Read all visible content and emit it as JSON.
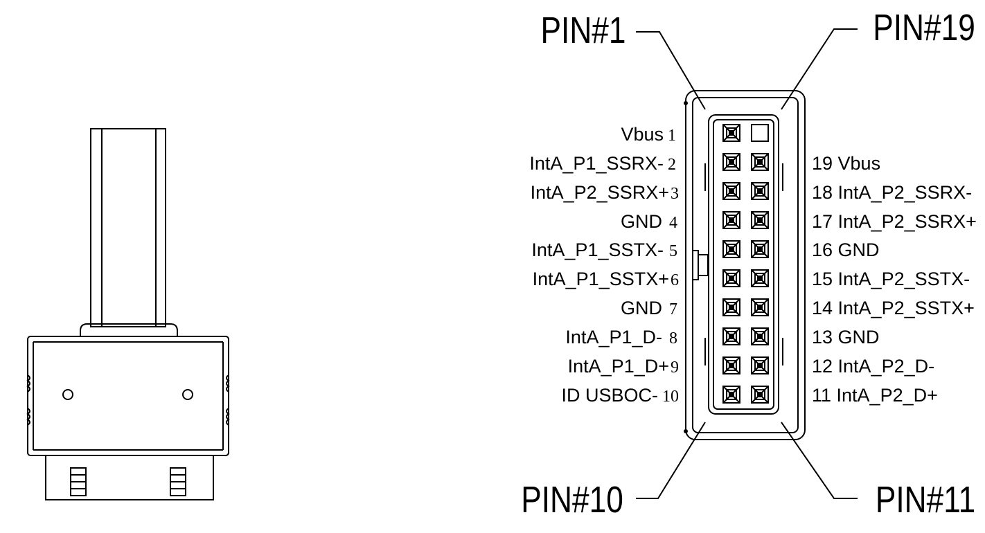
{
  "callouts": {
    "pin1": "PIN#1",
    "pin19": "PIN#19",
    "pin10": "PIN#10",
    "pin11": "PIN#11"
  },
  "left_pins": [
    {
      "label": "Vbus",
      "num": "1"
    },
    {
      "label": "IntA_P1_SSRX-",
      "num": "2"
    },
    {
      "label": "IntA_P2_SSRX+",
      "num": "3"
    },
    {
      "label": "GND",
      "num": "4"
    },
    {
      "label": "IntA_P1_SSTX-",
      "num": "5"
    },
    {
      "label": "IntA_P1_SSTX+",
      "num": "6"
    },
    {
      "label": "GND",
      "num": "7"
    },
    {
      "label": "IntA_P1_D-",
      "num": "8"
    },
    {
      "label": "IntA_P1_D+",
      "num": "9"
    },
    {
      "label": "ID USBOC-",
      "num": "10"
    }
  ],
  "right_pins": [
    {
      "text": "19 Vbus"
    },
    {
      "text": "18 IntA_P2_SSRX-"
    },
    {
      "text": "17 IntA_P2_SSRX+"
    },
    {
      "text": "16 GND"
    },
    {
      "text": "15 IntA_P2_SSTX-"
    },
    {
      "text": "14 IntA_P2_SSTX+"
    },
    {
      "text": "13 GND"
    },
    {
      "text": "12 IntA_P2_D-"
    },
    {
      "text": "11 IntA_P2_D+"
    }
  ],
  "icons": {
    "side_view": "usb-header-connector-side-view-drawing",
    "pin_empty": "empty-pin-position",
    "pin_filled": "pin-contact"
  },
  "colors": {
    "line": "#000000",
    "background": "#ffffff"
  }
}
